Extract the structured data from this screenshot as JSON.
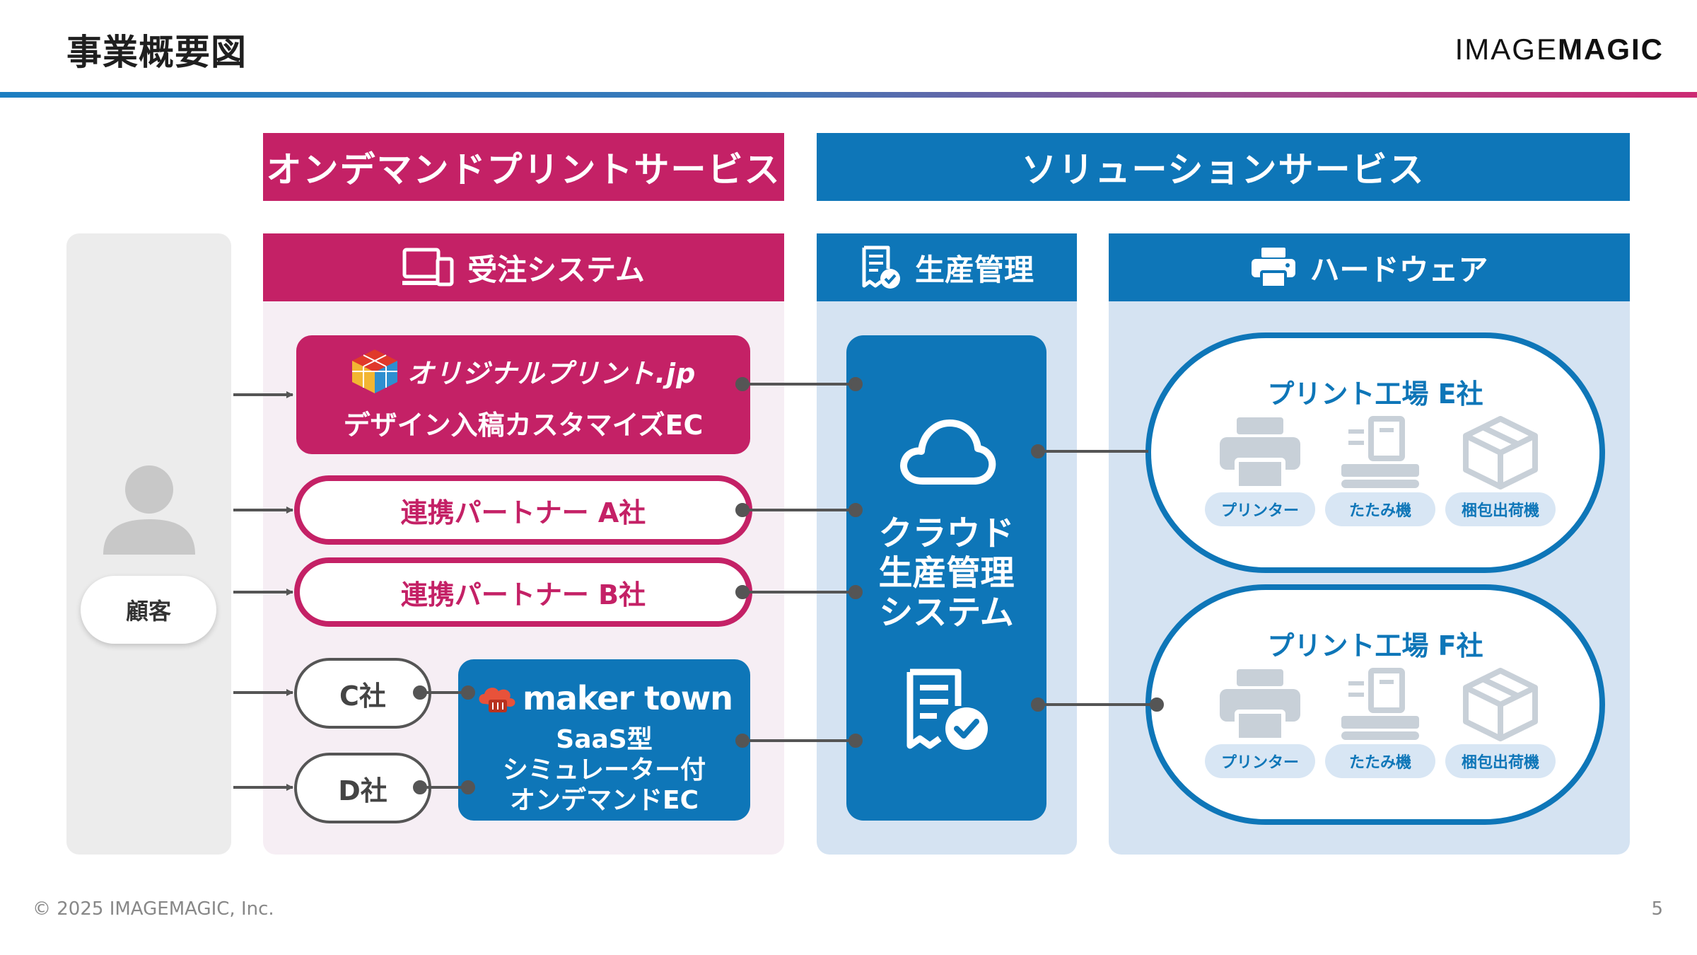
{
  "header": {
    "title": "事業概要図",
    "logo_light": "IMAGE",
    "logo_bold": "MAGIC"
  },
  "banners": {
    "on_demand": "オンデマンドプリントサービス",
    "solution": "ソリューションサービス"
  },
  "columns": {
    "order": "受注システム",
    "production": "生産管理",
    "hardware": "ハードウェア"
  },
  "customer": {
    "label": "顧客"
  },
  "order_system": {
    "ec_logo": "オリジナルプリント.jp",
    "ec_subtitle": "デザイン入稿カスタマイズEC",
    "partner_a": "連携パートナー A社",
    "partner_b": "連携パートナー B社",
    "company_c": "C社",
    "company_d": "D社",
    "makertown_logo": "maker town",
    "makertown_lines": [
      "SaaS型",
      "シミュレーター付",
      "オンデマンドEC"
    ]
  },
  "production": {
    "lines": [
      "クラウド",
      "生産管理",
      "システム"
    ]
  },
  "factories": [
    {
      "title": "プリント工場 E社",
      "equipment": [
        "プリンター",
        "たたみ機",
        "梱包出荷機"
      ]
    },
    {
      "title": "プリント工場 F社",
      "equipment": [
        "プリンター",
        "たたみ機",
        "梱包出荷機"
      ]
    }
  ],
  "colors": {
    "magenta": "#c42166",
    "blue": "#0e76b8",
    "light_blue_panel": "#d5e3f2",
    "light_pink_panel": "#f6eef4",
    "gray_panel": "#ececec"
  },
  "footer": {
    "copyright": "© 2025 IMAGEMAGIC, Inc.",
    "page": "5"
  }
}
